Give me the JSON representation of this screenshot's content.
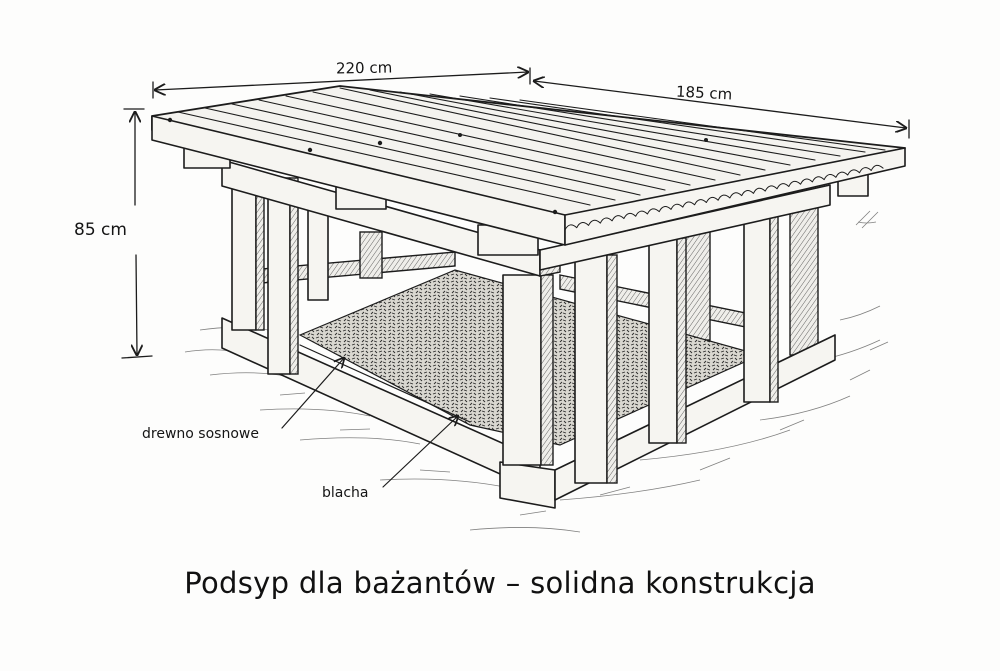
{
  "title": "Podsyp dla bażantów – solidna konstrukcja",
  "dimensions": {
    "width": "220 cm",
    "depth": "185 cm",
    "height": "85 cm"
  },
  "callouts": {
    "pine_wood": "drewno sosnowe",
    "metal_sheet": "blacha"
  },
  "illustration": {
    "subject": "pheasant feeding shelter with corrugated roof",
    "style": "black ink pen sketch",
    "colors": {
      "ink": "#1c1c1c",
      "paper": "#fdfdfc"
    }
  }
}
